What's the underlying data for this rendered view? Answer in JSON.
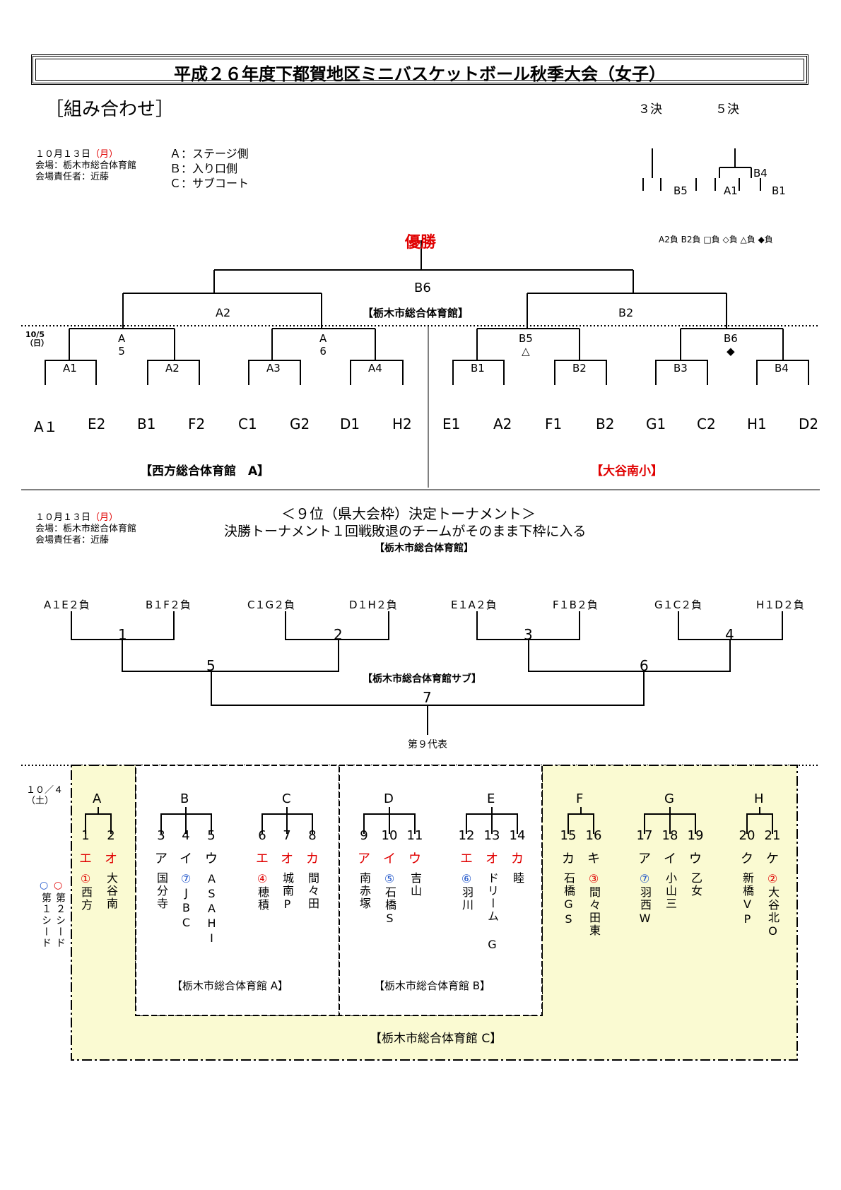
{
  "title": "平成２６年度下都賀地区ミニバスケットボール秋季大会（女子）",
  "section_heading": "［組み合わせ］",
  "place_labels": {
    "third": "３決",
    "fifth": "５決"
  },
  "main_info": {
    "date": "１０月１３日",
    "day": "（月）",
    "venue": "会場：栃木市総合体育館",
    "manager": "会場責任者：近藤",
    "legend_a": "Ａ：ステージ側",
    "legend_b": "Ｂ：入り口側",
    "legend_c": "Ｃ：サブコート"
  },
  "third_place": {
    "left": "B5"
  },
  "fifth_place": {
    "top": "B4",
    "left": "A1",
    "right": "B1"
  },
  "loser_legend": "A2負 B2負 □負 ◇負 △負 ◆負",
  "champion": "優勝",
  "final": {
    "label": "B6",
    "venue": "【栃木市総合体育館】"
  },
  "semis": {
    "left": "A2",
    "right": "B2"
  },
  "round1_date": {
    "date": "10/5",
    "day": "（日）"
  },
  "quarters": {
    "l1": "A",
    "l1n": "5",
    "l2": "A",
    "l2n": "6",
    "r1": "B5",
    "r1m": "△",
    "r2": "B6",
    "r2m": "◆"
  },
  "r16": [
    "A1",
    "A2",
    "A3",
    "A4",
    "B1",
    "B2",
    "B3",
    "B4"
  ],
  "seeds": [
    "A１",
    "E2",
    "B1",
    "F2",
    "C1",
    "G2",
    "D1",
    "H2",
    "E1",
    "A2",
    "F1",
    "B2",
    "G1",
    "C2",
    "H1",
    "D2"
  ],
  "venue_left": "【西方総合体育館　A】",
  "venue_right": "【大谷南小】",
  "ninth": {
    "date": "１０月１３日",
    "day": "（月）",
    "venue": "会場：栃木市総合体育館",
    "manager": "会場責任者：近藤",
    "title": "＜９位（県大会枠）決定トーナメント＞",
    "subtitle": "決勝トーナメント１回戦敗退のチームがそのまま下枠に入る",
    "venue_top": "【栃木市総合体育館】",
    "venue_sub": "【栃木市総合体育館サブ】",
    "entries": [
      "A１E２負",
      "B１F２負",
      "C１G２負",
      "D１H２負",
      "E１A２負",
      "F１B２負",
      "G１C２負",
      "H１D２負"
    ],
    "games": [
      "1",
      "2",
      "3",
      "4",
      "5",
      "6",
      "7"
    ],
    "result": "第９代表"
  },
  "pool_date": {
    "date": "１０／４",
    "day": "（土）"
  },
  "seed_notes": {
    "mark1": "○",
    "mark2": "○",
    "note1": "第１シード",
    "note2": "第２シード"
  },
  "groups": [
    "A",
    "B",
    "C",
    "D",
    "E",
    "F",
    "G",
    "H"
  ],
  "teams": [
    {
      "num": "1",
      "kana": "エ",
      "seed": "①",
      "name": "西方"
    },
    {
      "num": "2",
      "kana": "オ",
      "seed": "",
      "name": "大谷南"
    },
    {
      "num": "3",
      "kana": "ア",
      "seed": "",
      "name": "国分寺"
    },
    {
      "num": "4",
      "kana": "イ",
      "seed": "⑦",
      "name": "JBC"
    },
    {
      "num": "5",
      "kana": "ウ",
      "seed": "",
      "name": "ASAHI"
    },
    {
      "num": "6",
      "kana": "エ",
      "seed": "④",
      "name": "穂積"
    },
    {
      "num": "7",
      "kana": "オ",
      "seed": "",
      "name": "城南P"
    },
    {
      "num": "8",
      "kana": "カ",
      "seed": "",
      "name": "間々田"
    },
    {
      "num": "9",
      "kana": "ア",
      "seed": "",
      "name": "南赤塚"
    },
    {
      "num": "10",
      "kana": "イ",
      "seed": "⑤",
      "name": "石橋S"
    },
    {
      "num": "11",
      "kana": "ウ",
      "seed": "",
      "name": "吉山"
    },
    {
      "num": "12",
      "kana": "エ",
      "seed": "⑥",
      "name": "羽川"
    },
    {
      "num": "13",
      "kana": "オ",
      "seed": "",
      "name": "ドリーム G"
    },
    {
      "num": "14",
      "kana": "カ",
      "seed": "",
      "name": "睦"
    },
    {
      "num": "15",
      "kana": "カ",
      "seed": "",
      "name": "石橋GS"
    },
    {
      "num": "16",
      "kana": "キ",
      "seed": "③",
      "name": "間々田東"
    },
    {
      "num": "17",
      "kana": "ア",
      "seed": "⑦",
      "name": "羽西W"
    },
    {
      "num": "18",
      "kana": "イ",
      "seed": "",
      "name": "小山三"
    },
    {
      "num": "19",
      "kana": "ウ",
      "seed": "",
      "name": "乙女"
    },
    {
      "num": "20",
      "kana": "ク",
      "seed": "",
      "name": "新橋VP"
    },
    {
      "num": "21",
      "kana": "ケ",
      "seed": "②",
      "name": "大谷北O"
    }
  ],
  "pool_venues": {
    "a": "【栃木市総合体育館 A】",
    "b": "【栃木市総合体育館 B】",
    "c": "【栃木市総合体育館 C】"
  },
  "colors": {
    "red": "#e00000",
    "blue": "#1b52c9",
    "highlight": "#fafad2"
  }
}
